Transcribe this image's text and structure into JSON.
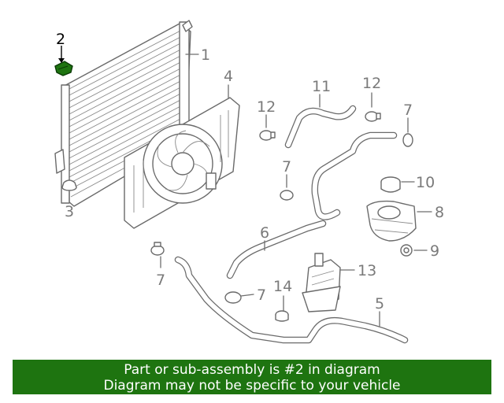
{
  "callouts": {
    "c1": "1",
    "c2": "2",
    "c3": "3",
    "c4": "4",
    "c5": "5",
    "c6": "6",
    "c7a": "7",
    "c7b": "7",
    "c7c": "7",
    "c7d": "7",
    "c8": "8",
    "c9": "9",
    "c10": "10",
    "c11": "11",
    "c12a": "12",
    "c12b": "12",
    "c13": "13",
    "c14": "14"
  },
  "highlight_color": "#1e7410",
  "banner": {
    "line1": "Part or sub-assembly is #2 in diagram",
    "line2": "Diagram may not be specific to your vehicle"
  }
}
